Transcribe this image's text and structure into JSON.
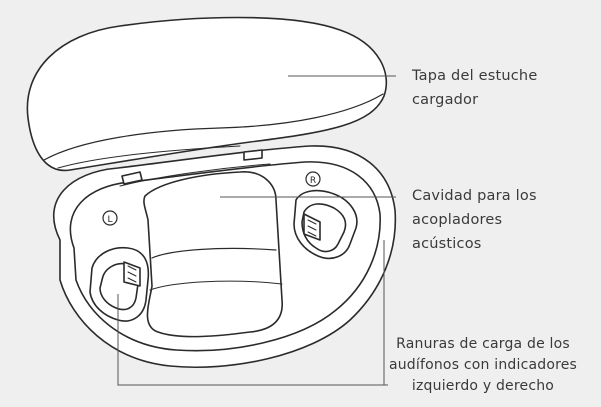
{
  "diagram": {
    "callouts": {
      "lid": [
        "Tapa del estuche",
        "cargador"
      ],
      "cavity": [
        "Cavidad para los",
        "acopladores",
        "acústicos"
      ],
      "slots": [
        "Ranuras de carga de los",
        "audífonos con indicadores",
        "izquierdo y derecho"
      ]
    },
    "markers": {
      "left": "L",
      "right": "R"
    },
    "colors": {
      "background": "#efefef",
      "case_fill": "#ffffff",
      "stroke": "#2b2b2b",
      "text": "#3a3a3a"
    }
  }
}
